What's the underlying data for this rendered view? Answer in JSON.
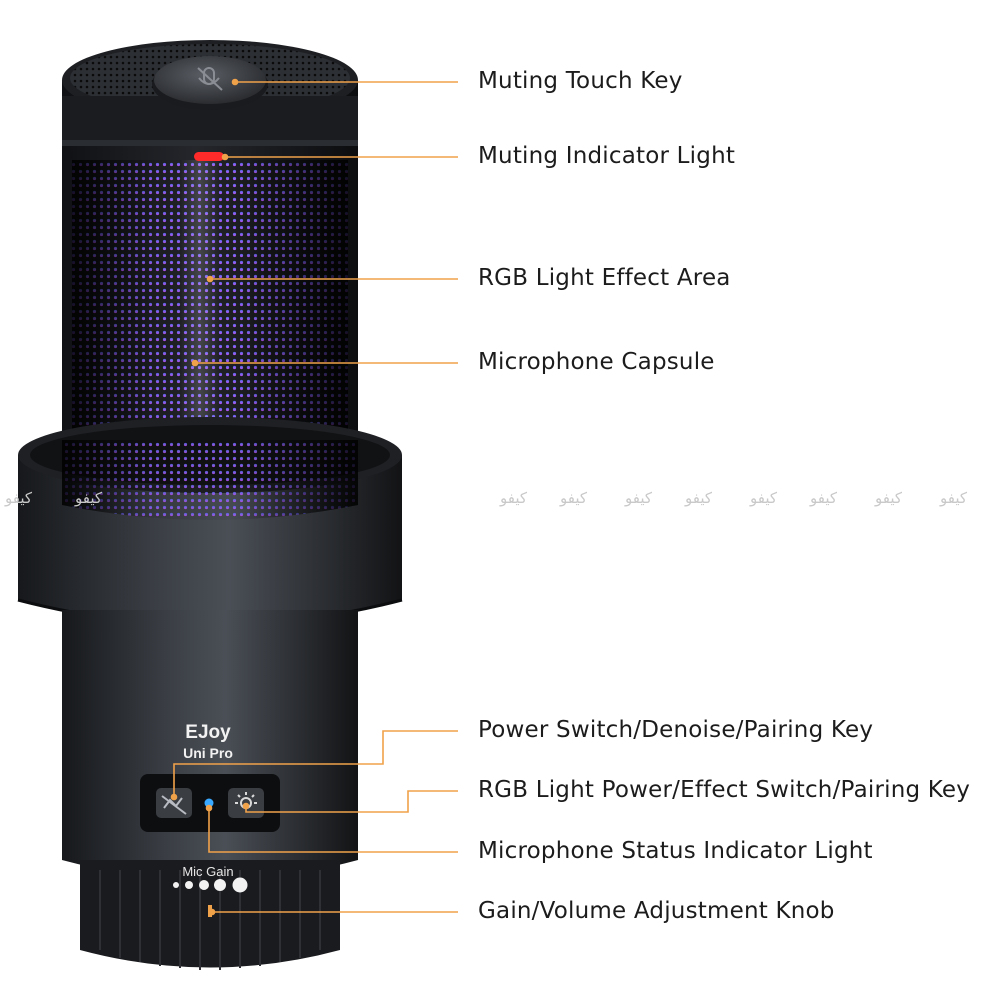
{
  "product": {
    "brand": "EJoy",
    "model": "Uni Pro",
    "gain_label": "Mic Gain"
  },
  "callouts": [
    {
      "id": "muting-touch-key",
      "label": "Muting Touch Key"
    },
    {
      "id": "muting-indicator-light",
      "label": "Muting Indicator Light"
    },
    {
      "id": "rgb-light-effect-area",
      "label": "RGB Light Effect Area"
    },
    {
      "id": "microphone-capsule",
      "label": "Microphone Capsule"
    },
    {
      "id": "power-switch-key",
      "label": "Power Switch/Denoise/Pairing Key"
    },
    {
      "id": "rgb-light-power-key",
      "label": "RGB Light Power/Effect Switch/Pairing Key"
    },
    {
      "id": "microphone-status-light",
      "label": "Microphone Status Indicator Light"
    },
    {
      "id": "gain-volume-knob",
      "label": "Gain/Volume Adjustment Knob"
    }
  ],
  "watermark": {
    "text": "كيفو"
  },
  "colors": {
    "callout_line": "#f0a24a",
    "body": "#2b2e33",
    "mute_light": "#ff2a2a",
    "status_light": "#39a9ff",
    "rgb_top": "#6f74ff",
    "rgb_bottom": "#c54bff"
  }
}
